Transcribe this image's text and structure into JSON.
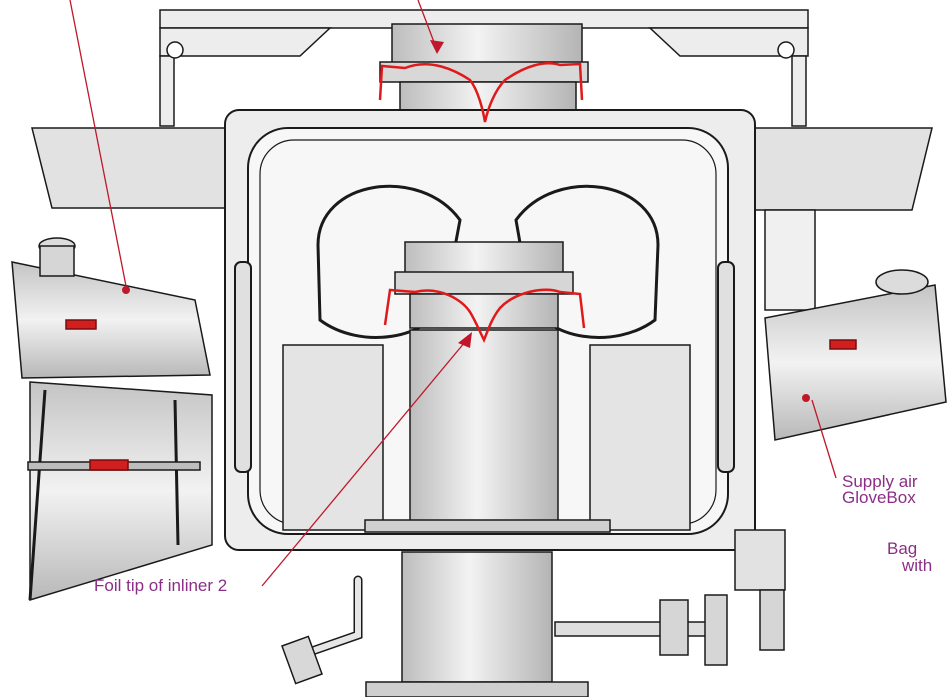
{
  "labels": {
    "foil_tip_inliner_2": "Foil tip of inliner 2",
    "supply_air_line1": "Supply air",
    "supply_air_line2": "GloveBox",
    "bag_line1": "Bag",
    "bag_line2": "with"
  },
  "colors": {
    "label_text": "#8b2f86",
    "leader_line": "#c0182a",
    "foil_outline": "#e01a1a",
    "steel_light": "#e6e6e6",
    "steel_mid": "#c8c8c8",
    "outline": "#1a1a1a"
  }
}
